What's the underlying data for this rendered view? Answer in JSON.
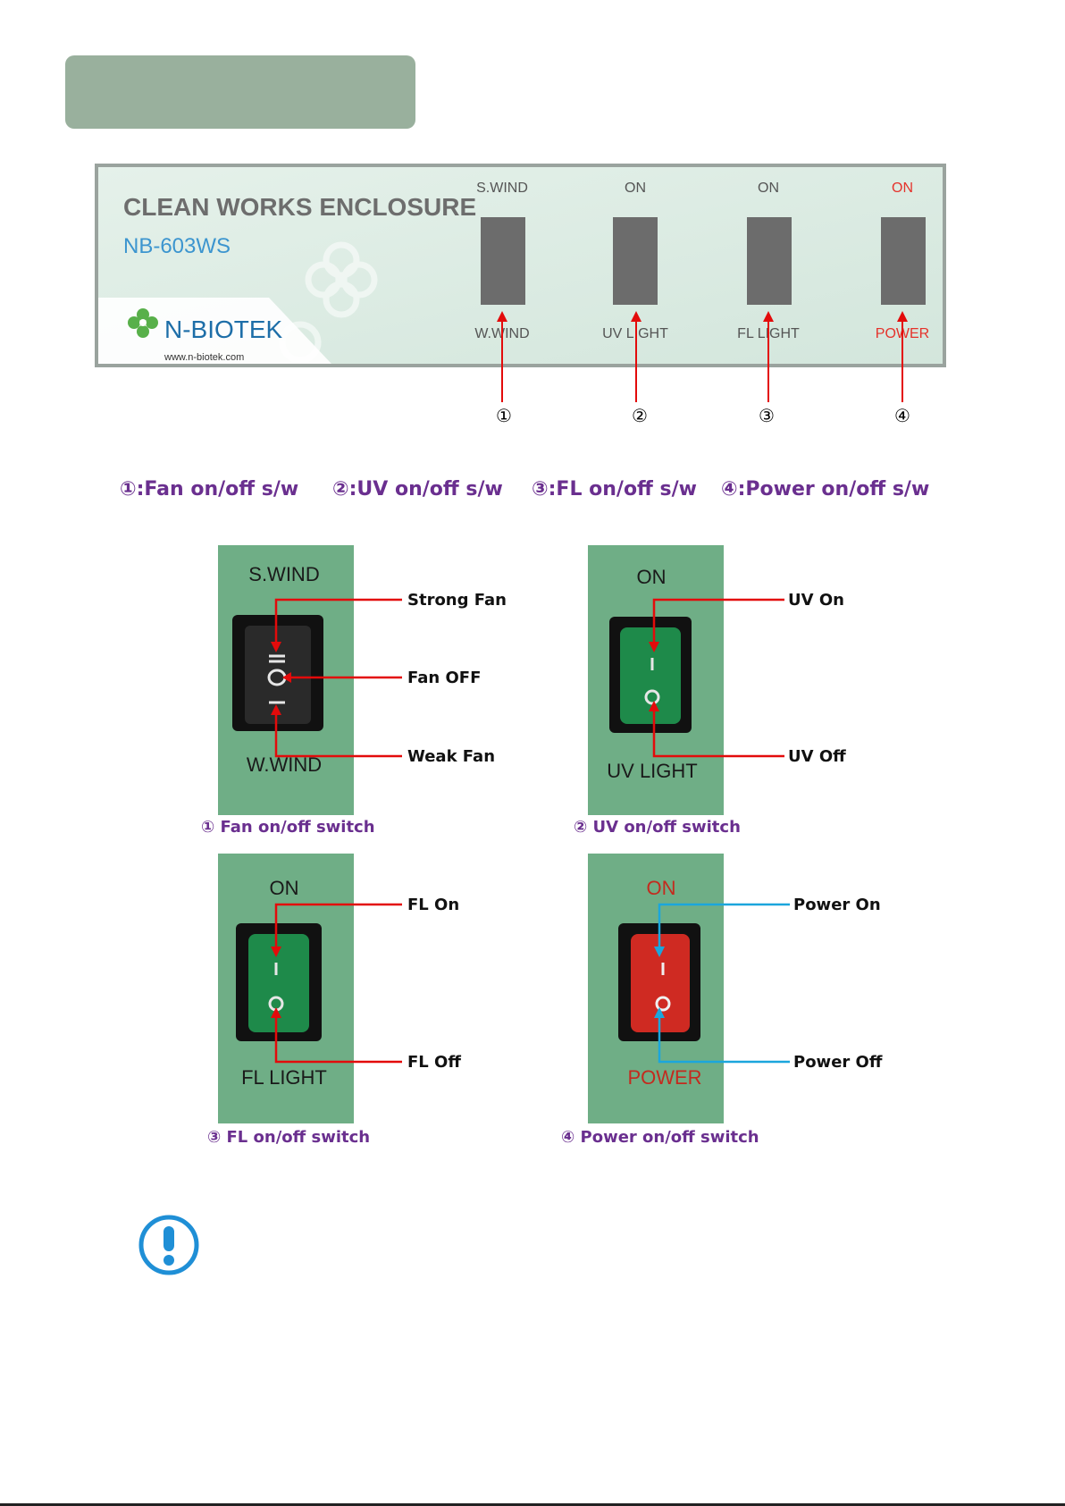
{
  "panel": {
    "title": "CLEAN WORKS ENCLOSURE",
    "model": "NB-603WS",
    "brand": "N-BIOTEK",
    "website": "www.n-biotek.com",
    "switches": [
      {
        "top": "S.WIND",
        "bottom": "W.WIND",
        "marker": "①",
        "accent": "#5a5a5a"
      },
      {
        "top": "ON",
        "bottom": "UV LIGHT",
        "marker": "②",
        "accent": "#5a5a5a"
      },
      {
        "top": "ON",
        "bottom": "FL LIGHT",
        "marker": "③",
        "accent": "#5a5a5a"
      },
      {
        "top": "ON",
        "bottom": "POWER",
        "marker": "④",
        "accent": "#e5322b"
      }
    ]
  },
  "legend": [
    "①:Fan on/off s/w",
    "②:UV on/off s/w",
    "③:FL on/off s/w",
    "④:Power on/off s/w"
  ],
  "details": [
    {
      "top_label": "S.WIND",
      "bottom_label": "W.WIND",
      "callouts": [
        "Strong Fan",
        "Fan OFF",
        "Weak Fan"
      ],
      "caption": "① Fan on/off switch"
    },
    {
      "top_label": "ON",
      "bottom_label": "UV  LIGHT",
      "callouts": [
        "UV On",
        "UV Off"
      ],
      "caption": "② UV on/off switch"
    },
    {
      "top_label": "ON",
      "bottom_label": "FL  LIGHT",
      "callouts": [
        "FL On",
        "FL Off"
      ],
      "caption": "③ FL on/off switch"
    },
    {
      "top_label": "ON",
      "bottom_label": "POWER",
      "callouts": [
        "Power On",
        "Power Off"
      ],
      "caption": "④ Power on/off switch"
    }
  ],
  "colors": {
    "header_bar": "#99b09d",
    "panel_bg": "#dcebe3",
    "photo_green": "#6fae86",
    "callout_red": "#e30b0b",
    "callout_blue": "#1ba6dc",
    "caption_purple": "#6a2f8f"
  },
  "notice_icon": "exclamation-circle-icon"
}
